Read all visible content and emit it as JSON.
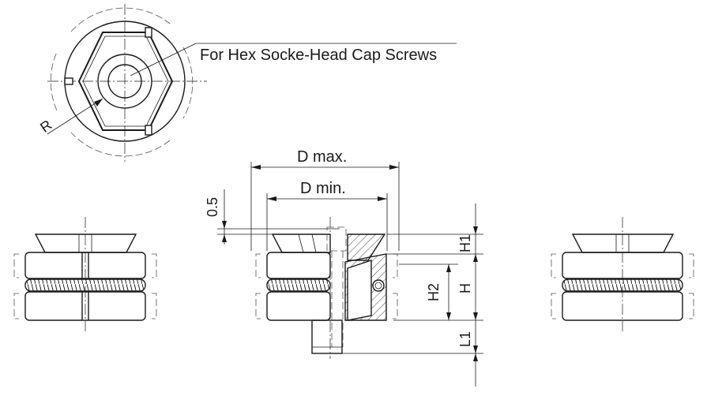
{
  "labels": {
    "screw_note": "For Hex Socke-Head Cap Screws",
    "radius": "R",
    "d_max": "D max.",
    "d_min": "D min.",
    "gap": "0.5",
    "h1": "H1",
    "h": "H",
    "h2": "H2",
    "l1": "L1"
  }
}
